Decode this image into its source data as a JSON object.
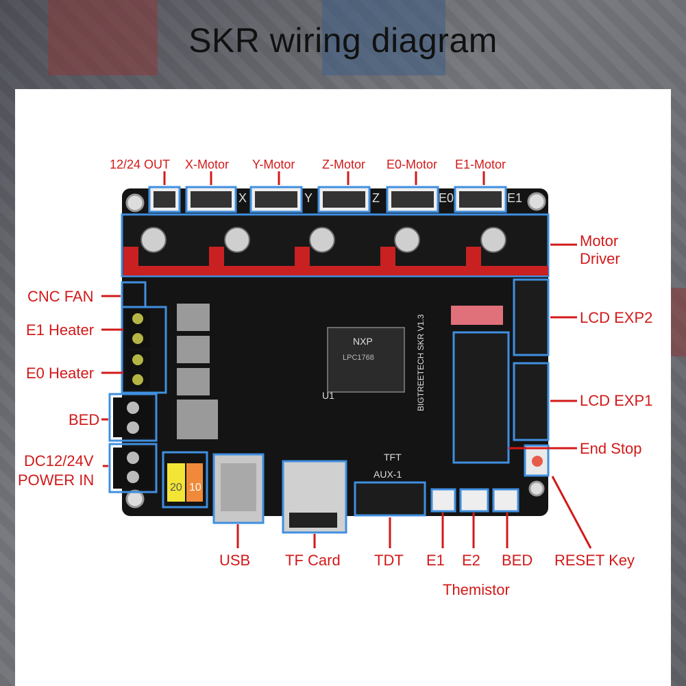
{
  "title": "SKR wiring diagram",
  "labels": {
    "out_1224": "12/24 OUT",
    "x_motor": "X-Motor",
    "y_motor": "Y-Motor",
    "z_motor": "Z-Motor",
    "e0_motor": "E0-Motor",
    "e1_motor": "E1-Motor",
    "motor_driver_1": "Motor",
    "motor_driver_2": "Driver",
    "cnc_fan": "CNC FAN",
    "e1_heater": "E1 Heater",
    "e0_heater": "E0 Heater",
    "bed_left": "BED",
    "power_1": "DC12/24V",
    "power_2": "POWER IN",
    "lcd_exp2": "LCD EXP2",
    "lcd_exp1": "LCD EXP1",
    "end_stop": "End Stop",
    "usb": "USB",
    "tf_card": "TF Card",
    "tdt": "TDT",
    "e1": "E1",
    "e2": "E2",
    "bed_bottom": "BED",
    "reset_key": "RESET Key",
    "themistor": "Themistor"
  },
  "board": {
    "axis_marks": [
      "X",
      "Y",
      "Z",
      "E0",
      "E1"
    ],
    "chip_brand": "NXP",
    "chip_name": "LPC1768",
    "silk_model": "BIGTREETECH SKR V1.3",
    "silk_u1": "U1",
    "silk_tft": "TFT",
    "silk_aux": "AUX-1",
    "fuse_1": "20",
    "fuse_2": "10"
  },
  "colors": {
    "label_red": "#d21919",
    "outline_blue": "#3f8fe0",
    "pcb_black": "#141414",
    "header_red": "#c92121"
  }
}
